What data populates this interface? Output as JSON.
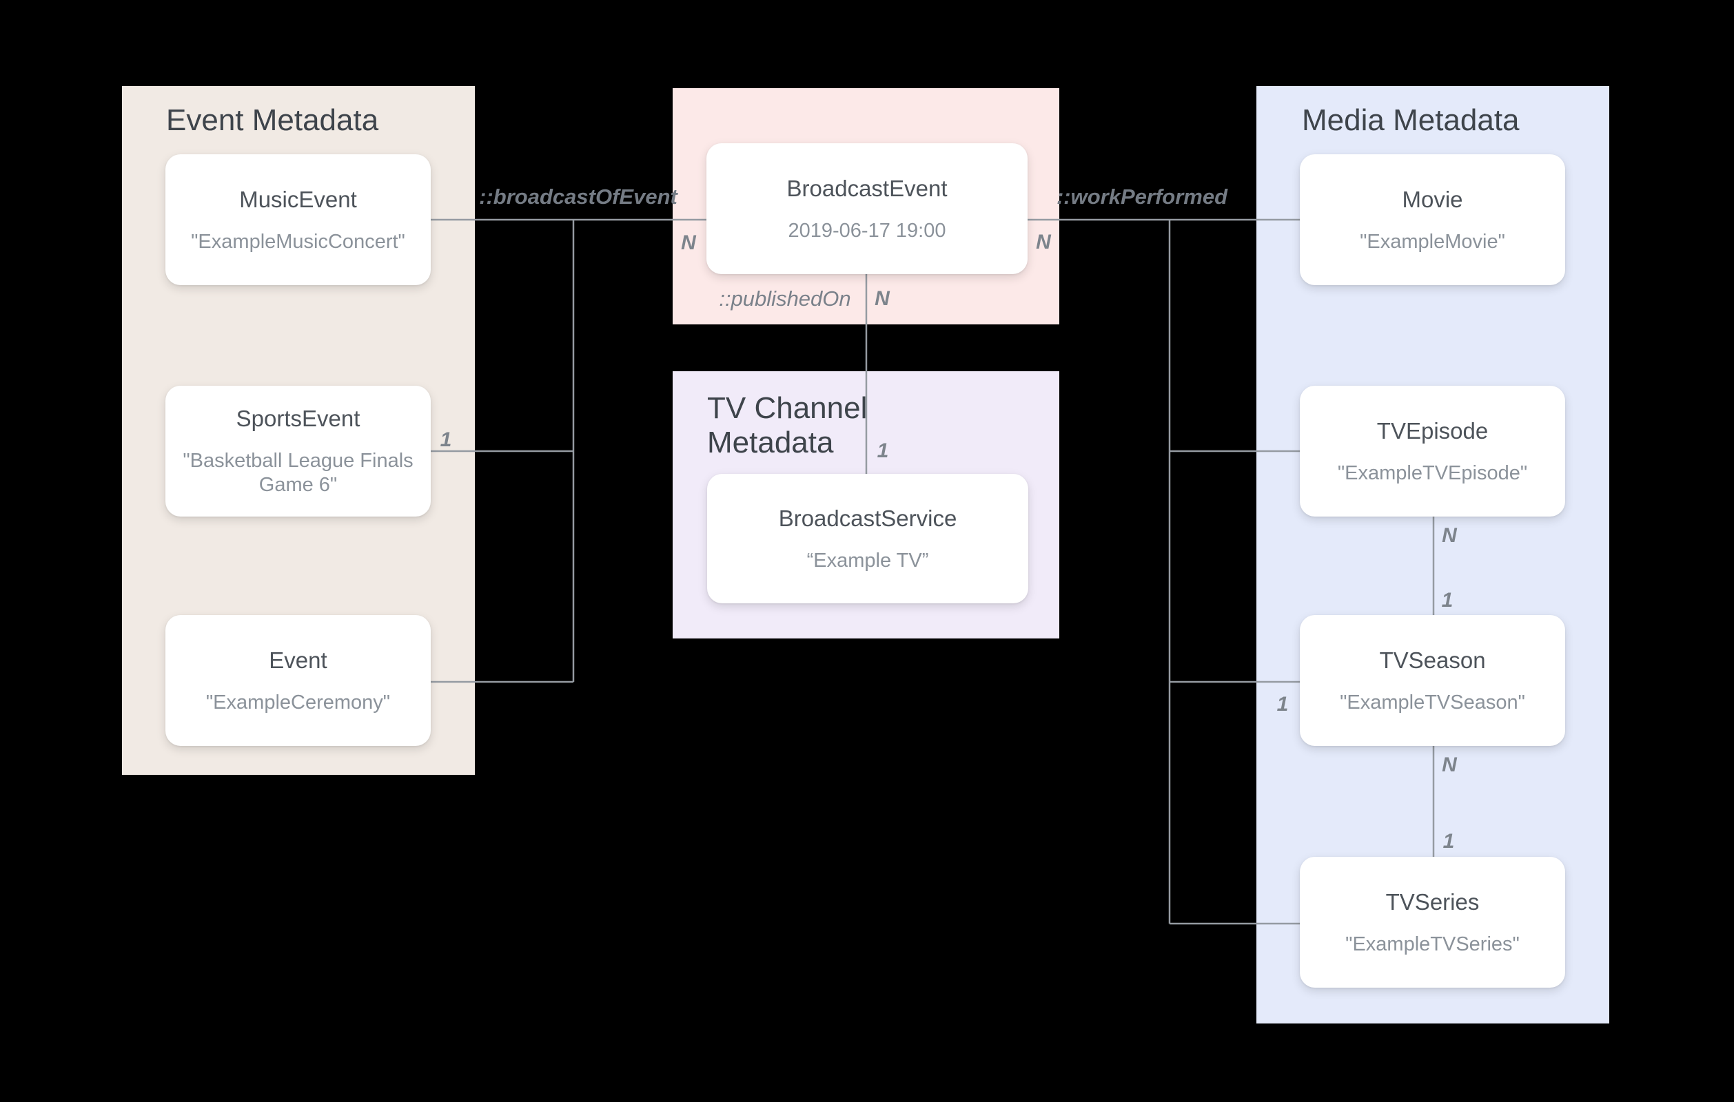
{
  "panels": {
    "event": {
      "title": "Event Metadata",
      "color": "#f1eae4"
    },
    "broadcast": {
      "title": "",
      "color": "#fce9e8"
    },
    "tv_channel": {
      "title": "TV Channel Metadata",
      "color": "#f1ebf9"
    },
    "media": {
      "title": "Media Metadata",
      "color": "#e4eafa"
    }
  },
  "nodes": {
    "music_event": {
      "title": "MusicEvent",
      "subtitle": "\"ExampleMusicConcert\""
    },
    "sports_event": {
      "title": "SportsEvent",
      "subtitle": "\"Basketball League Finals Game 6\""
    },
    "event": {
      "title": "Event",
      "subtitle": "\"ExampleCeremony\""
    },
    "broadcast_event": {
      "title": "BroadcastEvent",
      "subtitle": "2019-06-17 19:00"
    },
    "broadcast_service": {
      "title": "BroadcastService",
      "subtitle": "“Example TV”"
    },
    "movie": {
      "title": "Movie",
      "subtitle": "\"ExampleMovie\""
    },
    "tv_episode": {
      "title": "TVEpisode",
      "subtitle": "\"ExampleTVEpisode\""
    },
    "tv_season": {
      "title": "TVSeason",
      "subtitle": "\"ExampleTVSeason\""
    },
    "tv_series": {
      "title": "TVSeries",
      "subtitle": "\"ExampleTVSeries\""
    }
  },
  "relationships": {
    "broadcast_of_event": {
      "label": "::broadcastOfEvent"
    },
    "published_on": {
      "label": "::publishedOn"
    },
    "work_performed": {
      "label": "::workPerformed"
    }
  },
  "cardinalities": {
    "broadcast_of_event_n": "N",
    "sports_event_1": "1",
    "published_on_n": "N",
    "broadcast_service_1": "1",
    "work_performed_n": "N",
    "tv_season_left_1": "1",
    "episode_season_n": "N",
    "episode_season_1": "1",
    "season_series_n": "N",
    "season_series_1": "1"
  },
  "colors": {
    "background": "#000000",
    "connector_line": "#959ba2",
    "node_background": "#ffffff",
    "node_title_text": "#4d535a",
    "node_subtitle_text": "#8b929a",
    "panel_title_text": "#3e444b"
  }
}
